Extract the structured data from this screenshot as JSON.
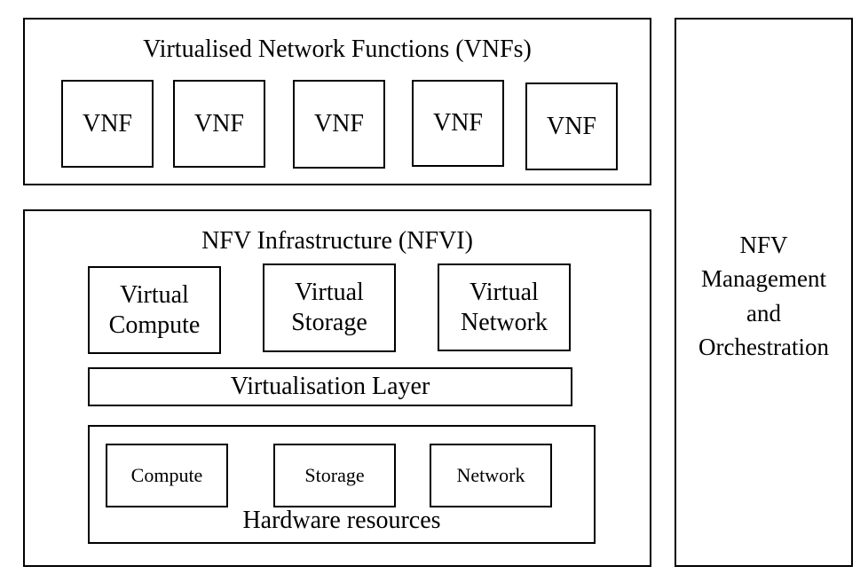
{
  "vnf_section": {
    "title": "Virtualised Network Functions (VNFs)",
    "vnfs": [
      "VNF",
      "VNF",
      "VNF",
      "VNF",
      "VNF"
    ]
  },
  "nfvi_section": {
    "title": "NFV Infrastructure (NFVI)",
    "virtual_resources": [
      [
        "Virtual",
        "Compute"
      ],
      [
        "Virtual",
        "Storage"
      ],
      [
        "Virtual",
        "Network"
      ]
    ],
    "virtualisation_layer": "Virtualisation Layer",
    "hardware": {
      "items": [
        "Compute",
        "Storage",
        "Network"
      ],
      "label": "Hardware resources"
    }
  },
  "management": {
    "lines": [
      "NFV",
      "Management",
      "and",
      "Orchestration"
    ]
  }
}
